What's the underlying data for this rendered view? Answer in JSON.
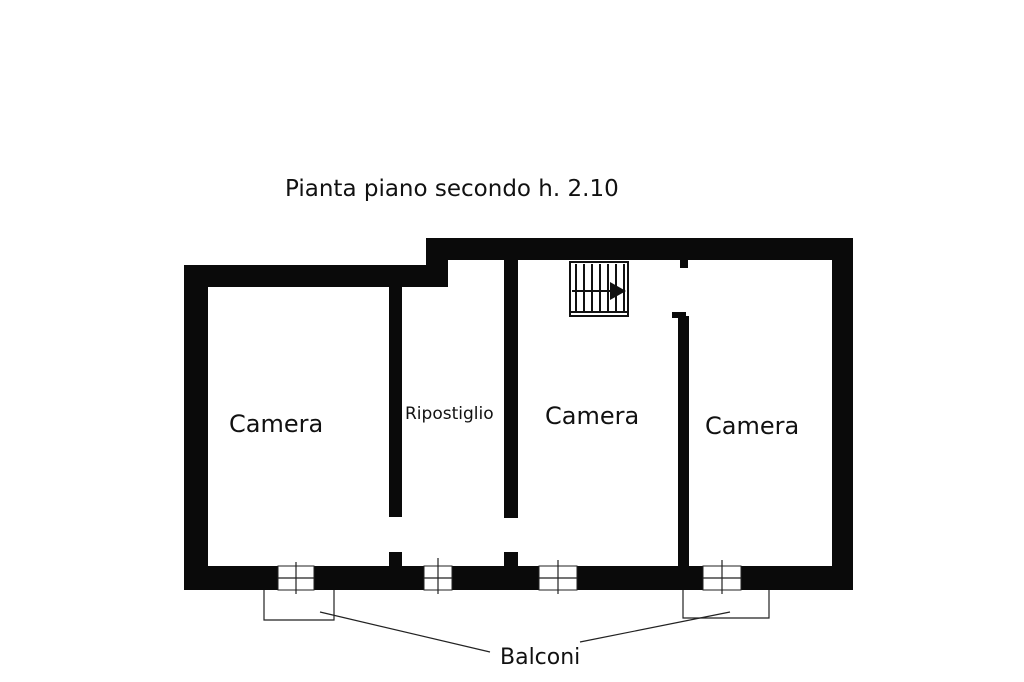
{
  "plan": {
    "title": "Pianta piano secondo h. 2.10",
    "rooms": {
      "camera_left": "Camera",
      "ripostiglio": "Ripostiglio",
      "camera_center": "Camera",
      "camera_right": "Camera"
    },
    "balconies_label": "Balconi"
  },
  "colors": {
    "wall": "#0a0a0a",
    "background": "#ffffff",
    "text": "#111111"
  }
}
